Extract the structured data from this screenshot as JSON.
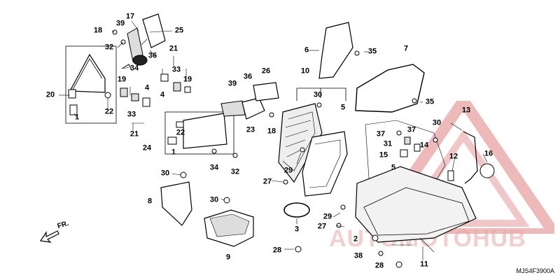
{
  "callouts": [
    {
      "id": "c17",
      "text": "17"
    },
    {
      "id": "c39a",
      "text": "39"
    },
    {
      "id": "c25",
      "text": "25"
    },
    {
      "id": "c18a",
      "text": "18"
    },
    {
      "id": "c32",
      "text": "32"
    },
    {
      "id": "c36a",
      "text": "36"
    },
    {
      "id": "c34a",
      "text": "34"
    },
    {
      "id": "c21a",
      "text": "21"
    },
    {
      "id": "c33a",
      "text": "33"
    },
    {
      "id": "c19a",
      "text": "19"
    },
    {
      "id": "c4a",
      "text": "4"
    },
    {
      "id": "c20",
      "text": "20"
    },
    {
      "id": "c22a",
      "text": "22"
    },
    {
      "id": "c1a",
      "text": "1"
    },
    {
      "id": "c19b",
      "text": "19"
    },
    {
      "id": "c33b",
      "text": "33"
    },
    {
      "id": "c4b",
      "text": "4"
    },
    {
      "id": "c21b",
      "text": "21"
    },
    {
      "id": "c39b",
      "text": "39"
    },
    {
      "id": "c36b",
      "text": "36"
    },
    {
      "id": "c26",
      "text": "26"
    },
    {
      "id": "c23",
      "text": "23"
    },
    {
      "id": "c18b",
      "text": "18"
    },
    {
      "id": "c22b",
      "text": "22"
    },
    {
      "id": "c24",
      "text": "24"
    },
    {
      "id": "c1b",
      "text": "1"
    },
    {
      "id": "c34b",
      "text": "34"
    },
    {
      "id": "c32b",
      "text": "32"
    },
    {
      "id": "c6",
      "text": "6"
    },
    {
      "id": "c35a",
      "text": "35"
    },
    {
      "id": "c7",
      "text": "7"
    },
    {
      "id": "c35b",
      "text": "35"
    },
    {
      "id": "c10",
      "text": "10"
    },
    {
      "id": "c30a",
      "text": "30"
    },
    {
      "id": "c5a",
      "text": "5"
    },
    {
      "id": "c29a",
      "text": "29"
    },
    {
      "id": "c27a",
      "text": "27"
    },
    {
      "id": "c30b",
      "text": "30"
    },
    {
      "id": "c8",
      "text": "8"
    },
    {
      "id": "c30c",
      "text": "30"
    },
    {
      "id": "c3",
      "text": "3"
    },
    {
      "id": "c9",
      "text": "9"
    },
    {
      "id": "c28a",
      "text": "28"
    },
    {
      "id": "c29b",
      "text": "29"
    },
    {
      "id": "c27b",
      "text": "27"
    },
    {
      "id": "c13",
      "text": "13"
    },
    {
      "id": "c37a",
      "text": "37"
    },
    {
      "id": "c37b",
      "text": "37"
    },
    {
      "id": "c30d",
      "text": "30"
    },
    {
      "id": "c31",
      "text": "31"
    },
    {
      "id": "c14",
      "text": "14"
    },
    {
      "id": "c15",
      "text": "15"
    },
    {
      "id": "c5b",
      "text": "5"
    },
    {
      "id": "c12",
      "text": "12"
    },
    {
      "id": "c16",
      "text": "16"
    },
    {
      "id": "c2",
      "text": "2"
    },
    {
      "id": "c38",
      "text": "38"
    },
    {
      "id": "c28b",
      "text": "28"
    },
    {
      "id": "c11",
      "text": "11"
    }
  ],
  "direction_label": "FR.",
  "diagram_code": "MJS4F3900A",
  "watermark": {
    "text": "AUTOMOTOHUB",
    "color": "#e8a9a9"
  }
}
